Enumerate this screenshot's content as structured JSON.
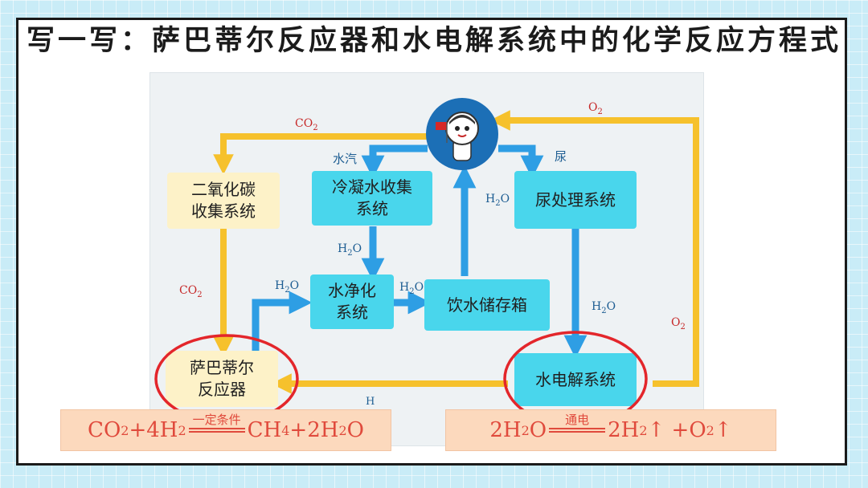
{
  "title": "写一写：萨巴蒂尔反应器和水电解系统中的化学反应方程式",
  "boxes": {
    "co2_collect": "二氧化碳\n收集系统",
    "condense": "冷凝水收集\n系统",
    "urine": "尿处理系统",
    "purify": "水净化\n系统",
    "storage": "饮水储存箱",
    "sabatier": "萨巴蒂尔\n反应器",
    "electrolysis": "水电解系统"
  },
  "flows": {
    "vapor": "水汽",
    "urine": "尿",
    "co2_top": {
      "base": "CO",
      "sub": "2"
    },
    "o2_top": {
      "base": "O",
      "sub": "2"
    },
    "co2_left": {
      "base": "CO",
      "sub": "2"
    },
    "o2_right": {
      "base": "O",
      "sub": "2"
    },
    "h2o_up": {
      "base": "H",
      "sub": "2",
      "tail": "O"
    },
    "h2o_down": {
      "base": "H",
      "sub": "2",
      "tail": "O"
    },
    "h2o_in": {
      "base": "H",
      "sub": "2",
      "tail": "O"
    },
    "h2o_mid": {
      "base": "H",
      "sub": "2",
      "tail": "O"
    },
    "h2o_elec": {
      "base": "H",
      "sub": "2",
      "tail": "O"
    },
    "stray_h": "H"
  },
  "equations": {
    "sabatier": {
      "left": [
        [
          "CO",
          "2"
        ],
        [
          "+4H",
          "2"
        ]
      ],
      "condition": "一定条件",
      "right": [
        [
          "CH",
          "4"
        ],
        [
          "+2H",
          "2"
        ],
        [
          "O",
          ""
        ]
      ]
    },
    "electrolysis": {
      "left": [
        [
          "2H",
          "2"
        ],
        [
          "O",
          ""
        ]
      ],
      "condition": "通电",
      "right": [
        [
          "2H",
          "2"
        ],
        [
          "↑ +O",
          "2"
        ],
        [
          "↑",
          ""
        ]
      ]
    }
  },
  "colors": {
    "background": "#c9ecf7",
    "box_blue": "#49d6ec",
    "box_yellow": "#fdf2c8",
    "yellow_pipe": "#f6c12c",
    "blue_pipe": "#2e9ee4",
    "highlight_ring": "#e3262b",
    "equation_bg": "#fcd9bd",
    "equation_text": "#e04a3c"
  }
}
